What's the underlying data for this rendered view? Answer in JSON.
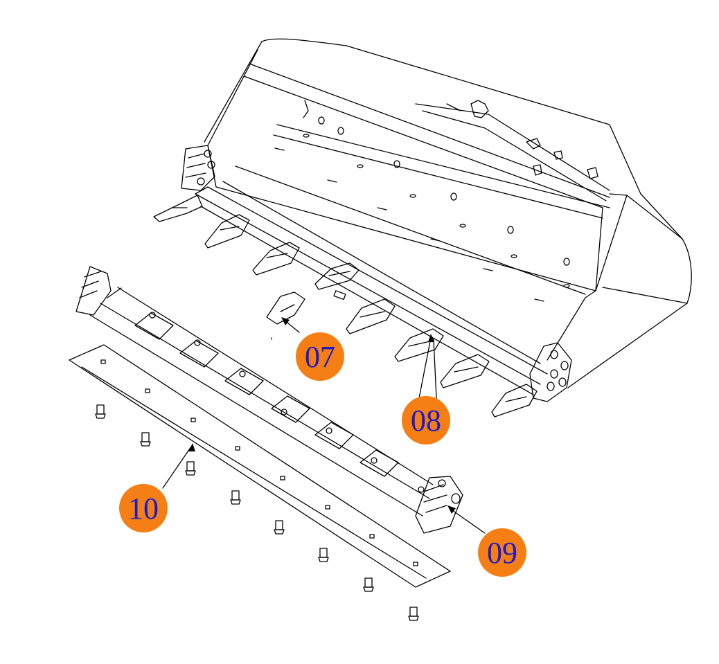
{
  "colors": {
    "line": "#000000",
    "callout_fill": "#f57f14",
    "callout_text": "#1a1acc",
    "background": "#ffffff"
  },
  "callouts": [
    {
      "id": "c07",
      "label": "07",
      "part": "tooth-tip"
    },
    {
      "id": "c08",
      "label": "08",
      "part": "tooth-adapter"
    },
    {
      "id": "c09",
      "label": "09",
      "part": "corner-side-cutter"
    },
    {
      "id": "c10",
      "label": "10",
      "part": "cutting-edge-blade"
    }
  ]
}
